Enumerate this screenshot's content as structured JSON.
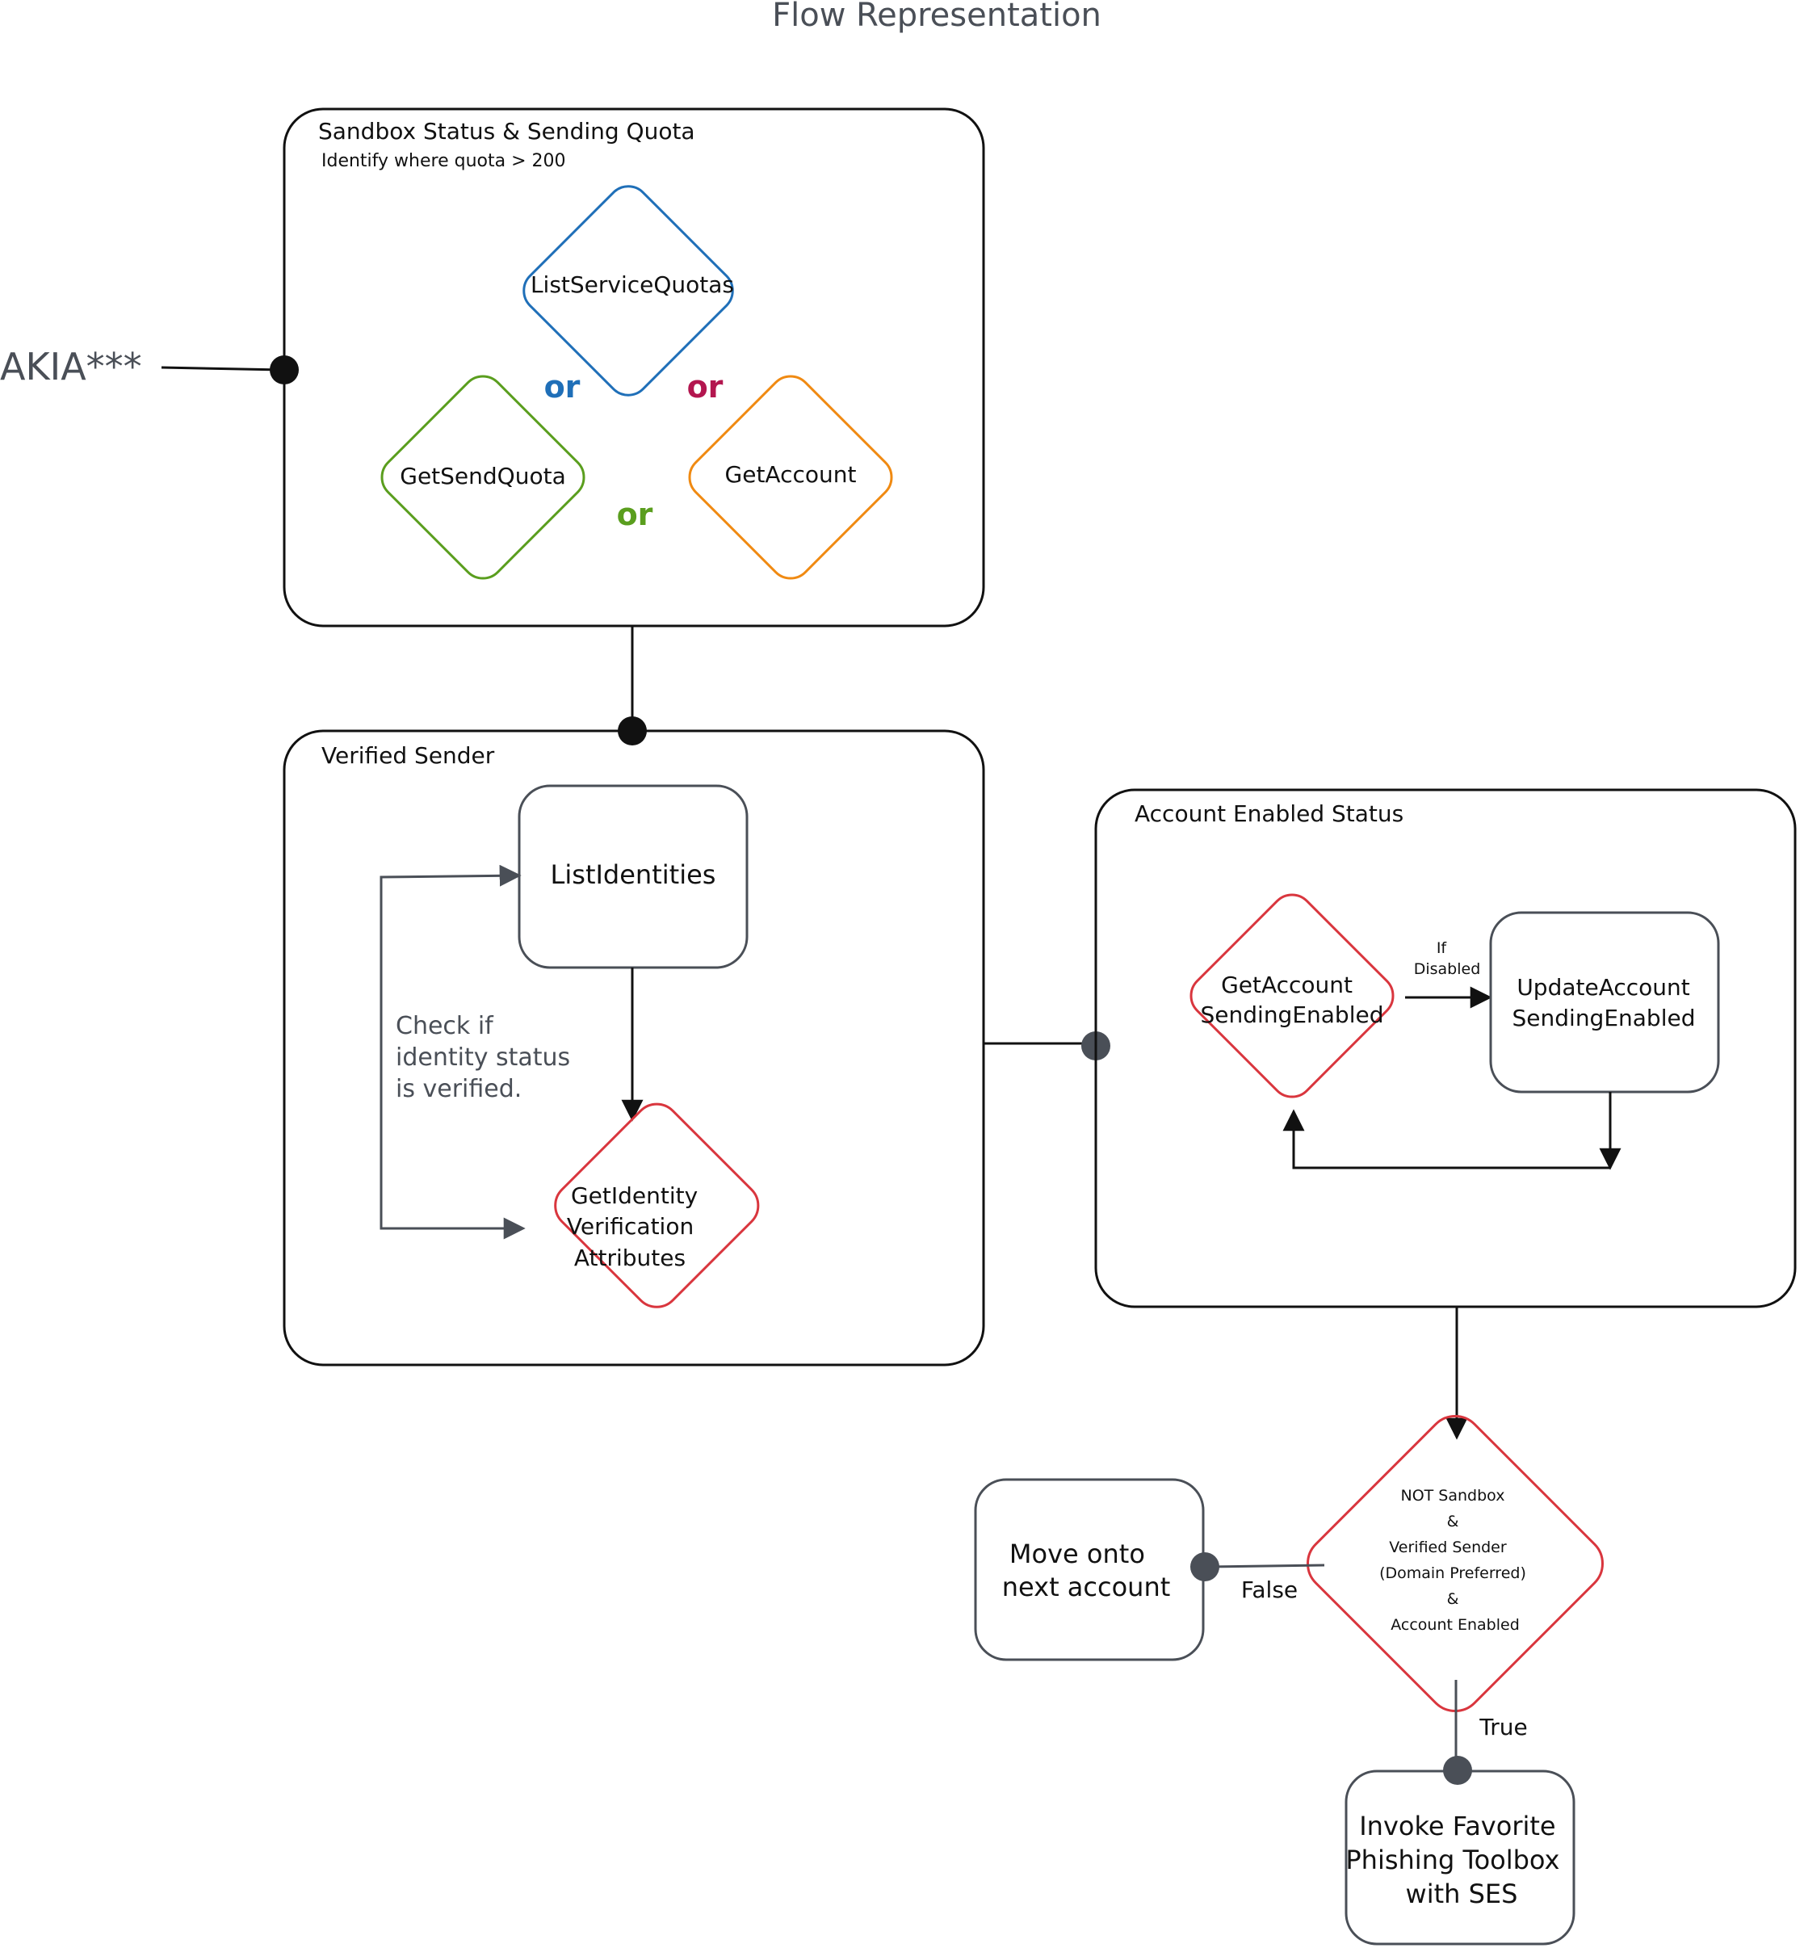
{
  "title": "Flow Representation",
  "entry": {
    "label": "AKIA***"
  },
  "groups": {
    "sandbox": {
      "title": "Sandbox Status & Sending Quota",
      "subtitle": "Identify where quota > 200"
    },
    "verified": {
      "title": "Verified Sender"
    },
    "enabled": {
      "title": "Account Enabled Status"
    }
  },
  "nodes": {
    "list_service_quotas": "ListServiceQuotas",
    "get_send_quota": "GetSendQuota",
    "get_account": "GetAccount",
    "list_identities": "ListIdentities",
    "get_identity": [
      "GetIdentity",
      "Verification",
      "Attributes"
    ],
    "get_account_sending": [
      "GetAccount",
      "SendingEnabled"
    ],
    "update_account_sending": [
      "UpdateAccount",
      "SendingEnabled"
    ],
    "decision": [
      "NOT Sandbox",
      "&",
      "Verified Sender",
      "(Domain Preferred)",
      "&",
      "Account Enabled"
    ],
    "move_next": [
      "Move onto",
      "next account"
    ],
    "invoke": [
      "Invoke Favorite",
      "Phishing Toolbox",
      "with SES"
    ]
  },
  "labels": {
    "or_blue": "or",
    "or_red": "or",
    "or_green": "or",
    "check_identity": [
      "Check if",
      "identity status",
      "is verified."
    ],
    "if_disabled": [
      "If",
      "Disabled"
    ],
    "false": "False",
    "true": "True"
  },
  "colors": {
    "dark": "#111111",
    "grey": "#4a4f57",
    "blue": "#1f6fb8",
    "green": "#5a9e1e",
    "orange": "#f08a12",
    "red": "#d9363e",
    "magenta": "#b3164f"
  }
}
